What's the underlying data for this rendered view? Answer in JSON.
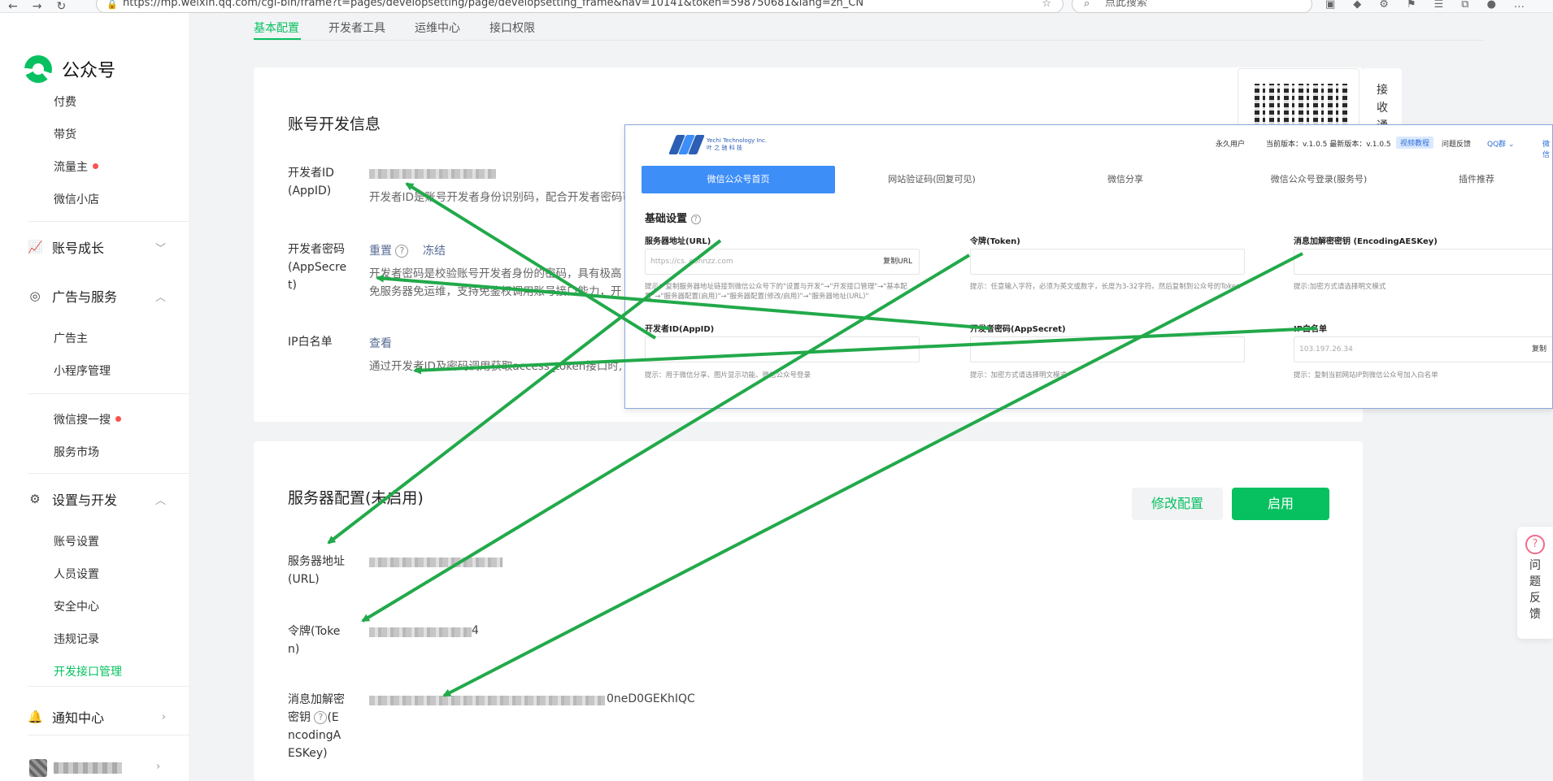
{
  "browser": {
    "url": "https://mp.weixin.qq.com/cgi-bin/frame?t=pages/developsetting/page/developsetting_frame&nav=10141&token=598750681&lang=zh_CN",
    "search_placeholder": "点此搜索"
  },
  "sidebar": {
    "brand": "公众号",
    "items": [
      {
        "label": "付费"
      },
      {
        "label": "带货"
      },
      {
        "label": "流量主",
        "dot": true
      },
      {
        "label": "微信小店"
      }
    ],
    "groups": {
      "growth": "账号成长",
      "ads": "广告与服务",
      "settings": "设置与开发",
      "notify": "通知中心"
    },
    "ads_items": [
      "广告主",
      "小程序管理"
    ],
    "search_items": [
      {
        "label": "微信搜一搜",
        "dot": true
      },
      {
        "label": "服务市场"
      }
    ],
    "settings_items": [
      "账号设置",
      "人员设置",
      "安全中心",
      "违规记录",
      "开发接口管理"
    ]
  },
  "tabs": [
    "基本配置",
    "开发者工具",
    "运维中心",
    "接口权限"
  ],
  "account_dev": {
    "title": "账号开发信息",
    "appid_label": "开发者ID\n(AppID)",
    "appid_desc": "开发者ID是账号开发者身份识别码，配合开发者密码可调用",
    "secret_label": "开发者密码\n(AppSecre\nt)",
    "secret_reset": "重置",
    "secret_freeze": "冻结",
    "secret_desc1": "开发者密码是校验账号开发者身份的密码，具有极高",
    "secret_desc2": "免服务器免运维，支持免鉴权调用账号接口能力，开",
    "ip_label": "IP白名单",
    "ip_view": "查看",
    "ip_desc": "通过开发者ID及密码调用获取access_token接口时,"
  },
  "server_config": {
    "title": "服务器配置(未启用)",
    "edit_button": "修改配置",
    "enable_button": "启用",
    "url_label": "服务器地址\n(URL)",
    "token_label": "令牌(Toke\nn)",
    "token_value_suffix": "4",
    "aes_label": "消息加解密\n密钥",
    "aes_label_rest": "(E\nncodingA\nESKey)",
    "aes_value_suffix": "0neD0GEKhIQC"
  },
  "receive_tile": "接\n收\n通",
  "feedback": {
    "icon": "?",
    "label": "问\n题\n反\n馈"
  },
  "overlay": {
    "top_right": {
      "user": "永久用户",
      "version": "当前版本：v.1.0.5 最新版本：v.1.0.5",
      "tutorial": "视频教程",
      "feedback": "问题反馈",
      "qq": "QQ群",
      "wx": "微信"
    },
    "tabs": [
      "微信公众号首页",
      "网站验证码(回复可见)",
      "微信分享",
      "微信公众号登录(服务号)",
      "插件推荐"
    ],
    "section_title": "基础设置",
    "fields": {
      "url_label": "服务器地址(URL)",
      "url_value": "https://cs.         eohnzz.com",
      "url_copy": "复制URL",
      "url_tip1": "提示：复制服务器地址链接到微信公众号下的\"设置与开发\"→\"开发接口管理\"→\"基本配",
      "url_tip2": "置\"→\"服务器配置(启用)\"→\"服务器配置(修改/启用)\"→\"服务器地址(URL)\"",
      "token_label": "令牌(Token)",
      "token_tip": "提示：任意输入字符，必须为英文或数字，长度为3-32字符。然后复制到公众号的Token",
      "aes_label": "消息加解密密钥 (EncodingAESKey)",
      "aes_tip": "提示:加密方式请选择明文模式",
      "appid_label": "开发者ID(AppID)",
      "appid_tip": "提示：用于微信分享、图片显示功能、微信公众号登录",
      "secret_label": "开发者密码(AppSecret)",
      "secret_tip": "提示：加密方式请选择明文模式",
      "ip_label": "IP白名单",
      "ip_value": "103.197.26.34",
      "ip_copy": "复制",
      "ip_tip": "提示：复制当前网站IP到微信公众号加入白名单"
    },
    "logo_line1": "Yechi Technology Inc.",
    "logo_line2": "叶 之 驰 科 技"
  },
  "colors": {
    "accent": "#07c160",
    "link": "#576b95",
    "arrow": "#22a94a",
    "overlay_tab": "#3e8ef7"
  }
}
